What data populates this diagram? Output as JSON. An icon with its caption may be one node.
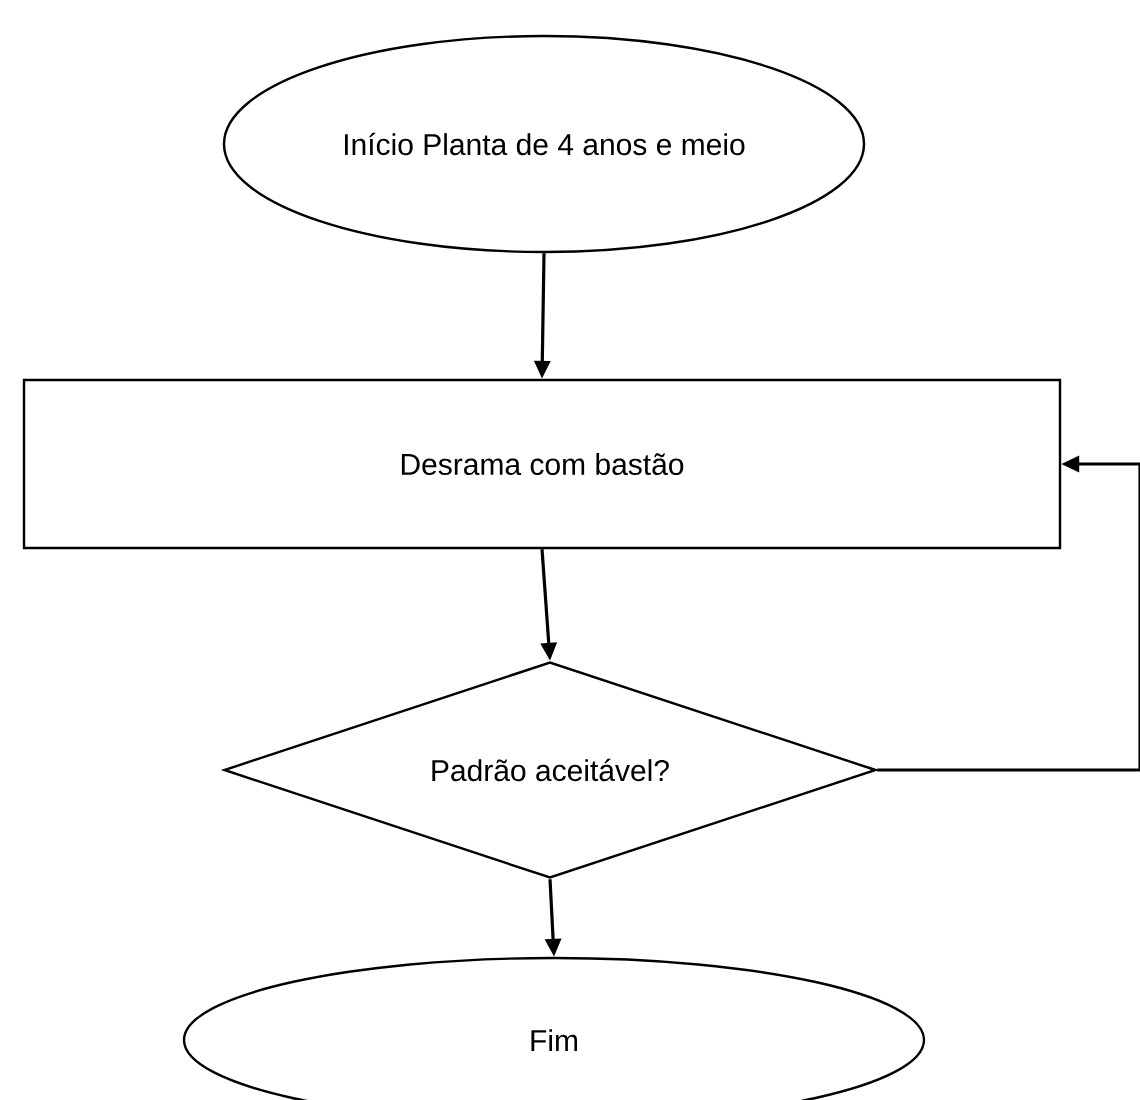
{
  "diagram": {
    "nodes": [
      {
        "text": [
          "Início Planta de 4 anos e meio"
        ]
      },
      {
        "text": [
          "Desrama com bastão"
        ]
      },
      {
        "text": [
          "Padrão aceitável?"
        ]
      },
      {
        "text": [
          "Fim"
        ]
      }
    ],
    "edges": [
      {
        "from": 0,
        "to": 1,
        "arrow": "to"
      },
      {
        "from": 1,
        "to": 2,
        "arrow": "to"
      },
      {
        "from": 2,
        "to": 3,
        "arrow": "to"
      },
      {
        "from": 2,
        "to": 1,
        "arrow": "to"
      }
    ]
  }
}
